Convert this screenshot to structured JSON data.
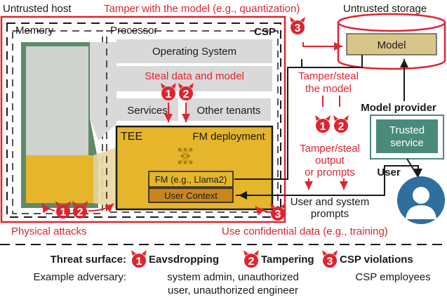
{
  "labels": {
    "untrusted_host": "Untrusted host",
    "tamper_model_top": "Tamper with the model (e.g., quantization)",
    "untrusted_storage": "Untrusted storage",
    "memory": "Memory",
    "processor": "Processor",
    "csp": "CSP",
    "operating_system": "Operating System",
    "steal_data_model": "Steal data and model",
    "services": "Services",
    "other_tenants": "Other tenants",
    "tee": "TEE",
    "fm_deployment": "FM deployment",
    "fm_llama": "FM (e.g., Llama2)",
    "user_context": "User Context",
    "model": "Model",
    "tamper_steal_model_1": "Tamper/steal",
    "tamper_steal_model_2": "the model",
    "model_provider": "Model provider",
    "trusted_service_1": "Trusted",
    "trusted_service_2": "service",
    "tamper_steal_output_1": "Tamper/steal",
    "tamper_steal_output_2": "output",
    "tamper_steal_output_3": "or prompts",
    "user": "User",
    "user_system_prompts_1": "User and system",
    "user_system_prompts_2": "prompts",
    "physical_attacks": "Physical attacks",
    "use_confidential": "Use confidential data (e.g., training)"
  },
  "legend": {
    "threat_surface": "Threat surface:",
    "badge1": "1",
    "badge2": "2",
    "badge3": "3",
    "eavesdropping": "Eavsdropping",
    "tampering": "Tampering",
    "csp_violations": "CSP violations",
    "example_adversary": "Example adversary:",
    "adversary_12_line1": "system admin, unauthorized",
    "adversary_12_line2": "user, unauthorized engineer",
    "adversary_3": "CSP employees"
  },
  "colors": {
    "threat_red": "#e0242f",
    "tee_gold": "#e5b52b",
    "model_tan": "#d8c58a",
    "trusted_teal": "#4a8a7a",
    "memory_green": "#5f8a68",
    "user_blue": "#2e6f9e",
    "gray_box": "#d9d9d9"
  },
  "icons": {
    "threat_badge": "devil-badge-icon",
    "user": "person-icon",
    "storage": "database-cylinder-icon",
    "network": "network-graph-icon"
  }
}
